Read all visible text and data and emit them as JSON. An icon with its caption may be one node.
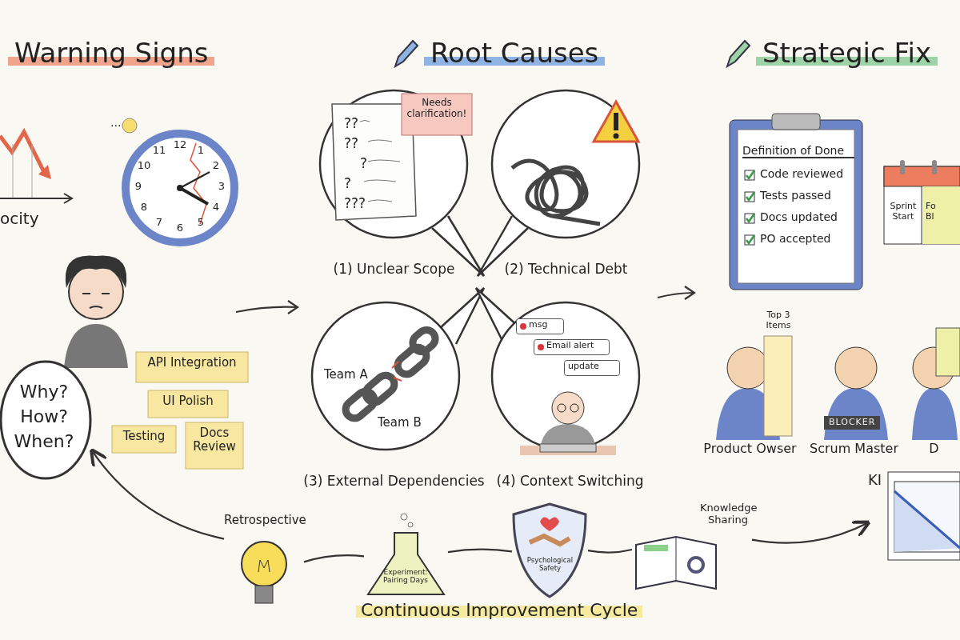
{
  "diagram": {
    "nodes": [
      {
        "text": [
          "Warning Signs"
        ]
      },
      {
        "text": [
          "ocity"
        ]
      },
      {
        "text": [
          "12",
          "1",
          "2",
          "3",
          "4",
          "5",
          "6",
          "7",
          "8",
          "9",
          "10",
          "11"
        ]
      },
      {
        "text": [],
        "shape": "person"
      },
      {
        "text": [
          "Why? How? When?"
        ]
      },
      {
        "text": [
          "API Integration"
        ]
      },
      {
        "text": [
          "UI Polish"
        ]
      },
      {
        "text": [
          "Testing"
        ]
      },
      {
        "text": [
          "Docs Review"
        ]
      },
      {
        "text": [
          "Root Causes"
        ]
      },
      {
        "text": [
          "(1) Unclear Scope"
        ]
      },
      {
        "text": [
          "Needs clarification!"
        ],
        "in": 10
      },
      {
        "text": [
          "(2) Technical Debt"
        ]
      },
      {
        "text": [
          "(3) External Dependencies"
        ]
      },
      {
        "text": [
          "(4) Context Switching"
        ]
      },
      {
        "text": [
          "msg"
        ],
        "in": 14
      },
      {
        "text": [
          "Email alert"
        ],
        "in": 14
      },
      {
        "text": [
          "update"
        ],
        "in": 14
      },
      {
        "text": [
          "Strategic Fix"
        ]
      },
      {
        "text": [
          "Definition of Done",
          "Code reviewed",
          "Tests passed",
          "Docs updated",
          "PO accepted"
        ]
      },
      {
        "text": [
          "Sprint Start",
          "Fo Bl"
        ]
      },
      {
        "text": [
          "Product Owser"
        ]
      },
      {
        "text": [
          "Scrum Master"
        ]
      },
      {
        "text": [
          "D"
        ]
      },
      {
        "text": [
          "KI"
        ]
      },
      {
        "text": [
          "Retrospective"
        ]
      },
      {
        "text": [
          "Experiment: Pairing Days"
        ]
      },
      {
        "text": [
          "Psychological Safety"
        ]
      },
      {
        "text": [
          "Knowledge Sharing"
        ]
      }
    ],
    "edges": [
      {
        "from": 25,
        "to": 26,
        "arrow": "none"
      },
      {
        "from": 26,
        "to": 27,
        "arrow": "none"
      },
      {
        "from": 27,
        "to": 28,
        "arrow": "none"
      },
      {
        "from": 28,
        "to": 24,
        "arrow": "to"
      },
      {
        "from": 25,
        "to": 4,
        "arrow": "to"
      }
    ],
    "labels": [
      "...",
      "??",
      "??",
      "?",
      "?",
      "???",
      "Team A",
      "Team B",
      "Top 3 Items",
      "BLOCKER",
      "Continuous Improvement Cycle"
    ]
  }
}
